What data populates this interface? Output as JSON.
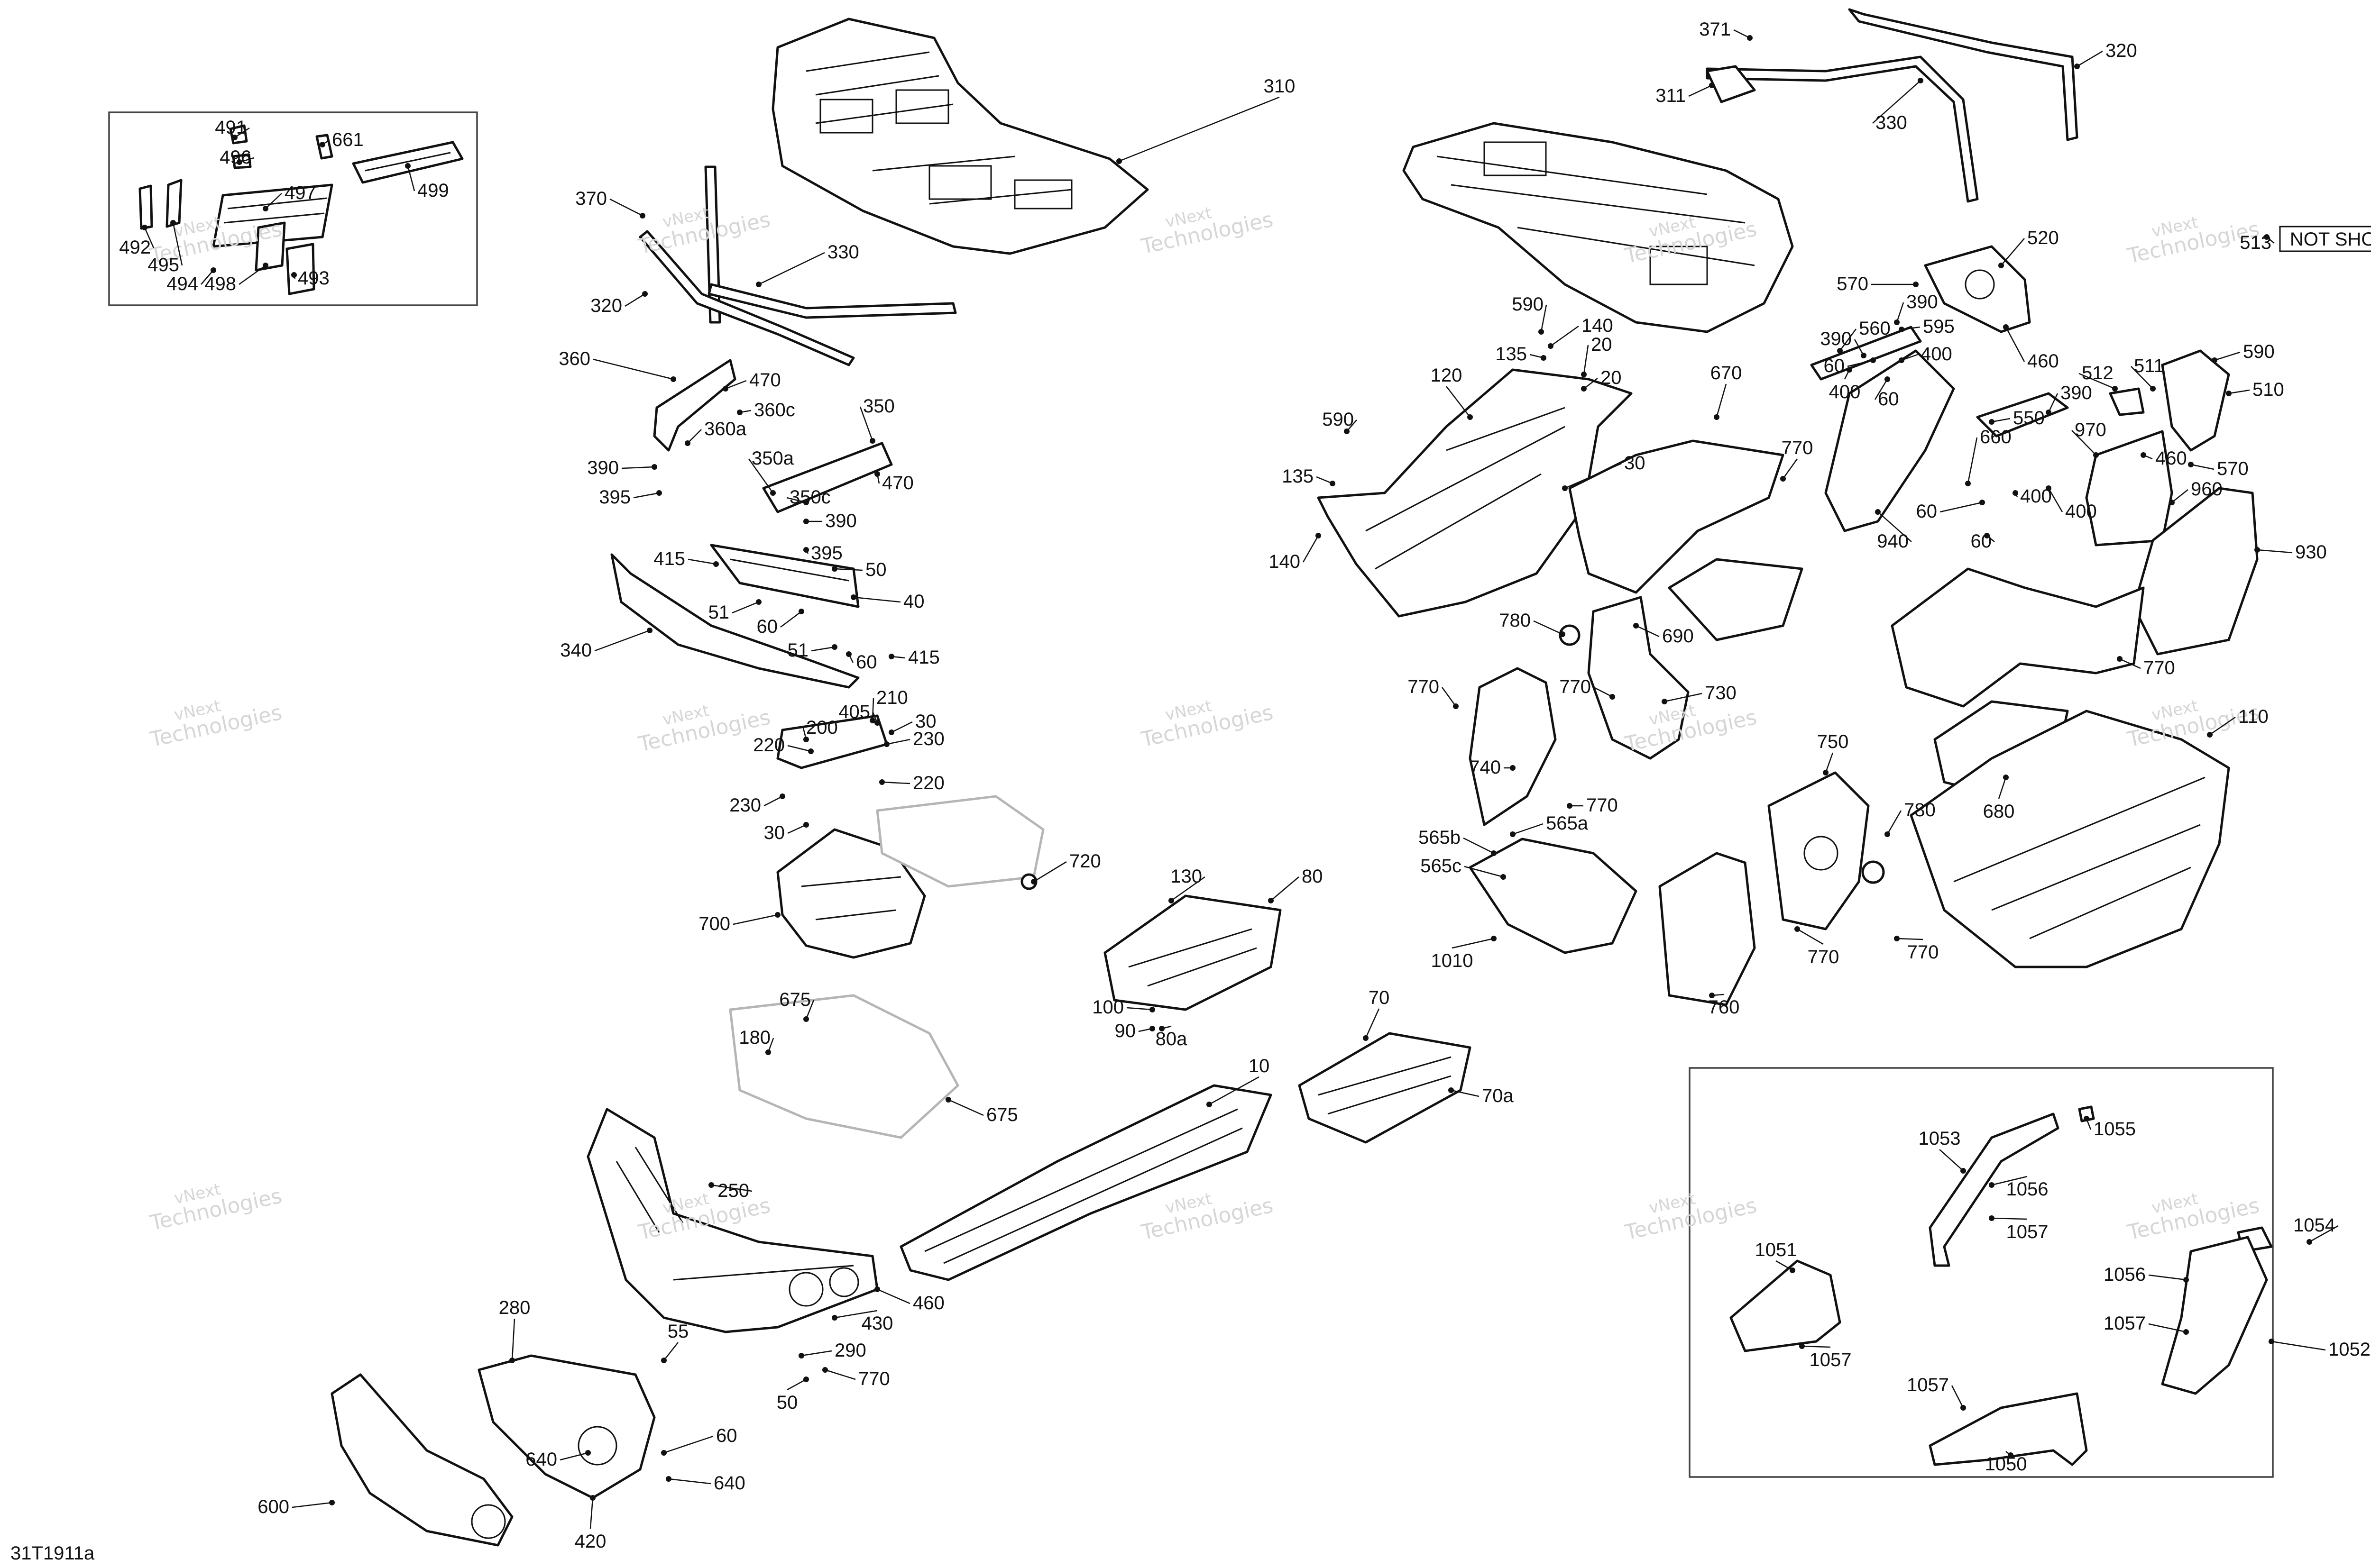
{
  "diagram": {
    "reference": "31T1911a",
    "not_shown_label": "NOT SHOWN",
    "watermark": [
      "vNext",
      "Technologies"
    ],
    "callouts": [
      "491",
      "496",
      "661",
      "499",
      "492",
      "495",
      "497",
      "494",
      "498",
      "493",
      "370",
      "330",
      "320",
      "360",
      "470",
      "360c",
      "360a",
      "390",
      "395",
      "350",
      "350a",
      "350c",
      "470",
      "390",
      "395",
      "415",
      "50",
      "51",
      "60",
      "40",
      "340",
      "51",
      "60",
      "415",
      "405",
      "210",
      "30",
      "200",
      "220",
      "230",
      "220",
      "230",
      "30",
      "700",
      "720",
      "310",
      "371",
      "320",
      "311",
      "330",
      "513",
      "520",
      "570",
      "390",
      "595",
      "460",
      "590",
      "140",
      "135",
      "20",
      "20",
      "120",
      "590",
      "135",
      "140",
      "30",
      "390",
      "560",
      "400",
      "60",
      "400",
      "60",
      "670",
      "770",
      "940",
      "390",
      "550",
      "60",
      "400",
      "400",
      "60",
      "512",
      "511",
      "590",
      "510",
      "460",
      "570",
      "970",
      "960",
      "930",
      "660",
      "770",
      "780",
      "690",
      "770",
      "770",
      "730",
      "740",
      "770",
      "750",
      "780",
      "110",
      "680",
      "565a",
      "565b",
      "565c",
      "1010",
      "770",
      "770",
      "760",
      "130",
      "80",
      "100",
      "90",
      "80a",
      "675",
      "180",
      "675",
      "70",
      "70a",
      "10",
      "250",
      "460",
      "430",
      "290",
      "770",
      "280",
      "55",
      "50",
      "600",
      "60",
      "640",
      "640",
      "420",
      "1053",
      "1055",
      "1056",
      "1057",
      "1051",
      "1057",
      "1054",
      "1056",
      "1057",
      "1052",
      "1057",
      "1050"
    ]
  }
}
